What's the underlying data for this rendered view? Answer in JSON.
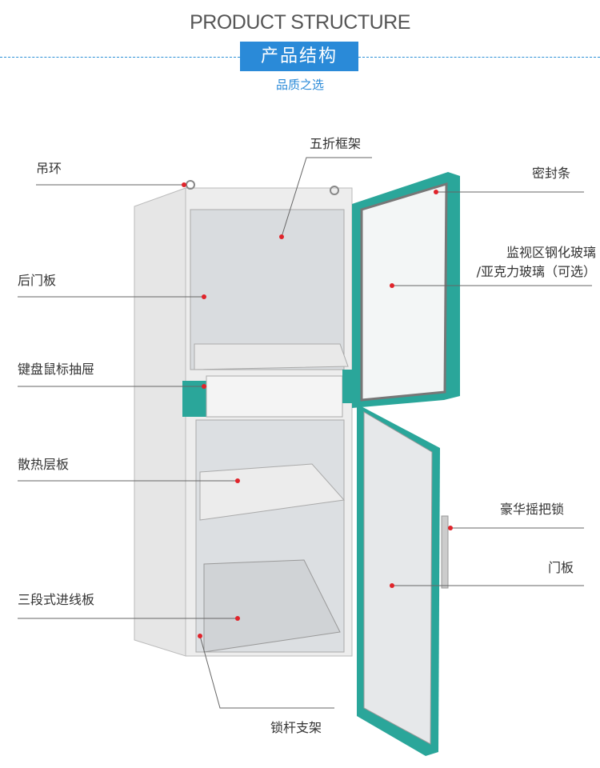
{
  "header": {
    "title_en": "PRODUCT STRUCTURE",
    "title_cn": "产品结构",
    "subtitle": "品质之选"
  },
  "colors": {
    "accent": "#2a8ad8",
    "teal": "#2aa69a",
    "dot": "#e0242b"
  },
  "labels": {
    "lifting_ring": "吊环",
    "frame": "五折框架",
    "seal": "密封条",
    "glass_line1": "监视区钢化玻璃",
    "glass_line2": "/亚克力玻璃（可选）",
    "rear_panel": "后门板",
    "drawer": "键盘鼠标抽屉",
    "shelf": "散热层板",
    "lock": "豪华摇把锁",
    "door": "门板",
    "cable_plate": "三段式进线板",
    "lock_bracket": "锁杆支架"
  }
}
